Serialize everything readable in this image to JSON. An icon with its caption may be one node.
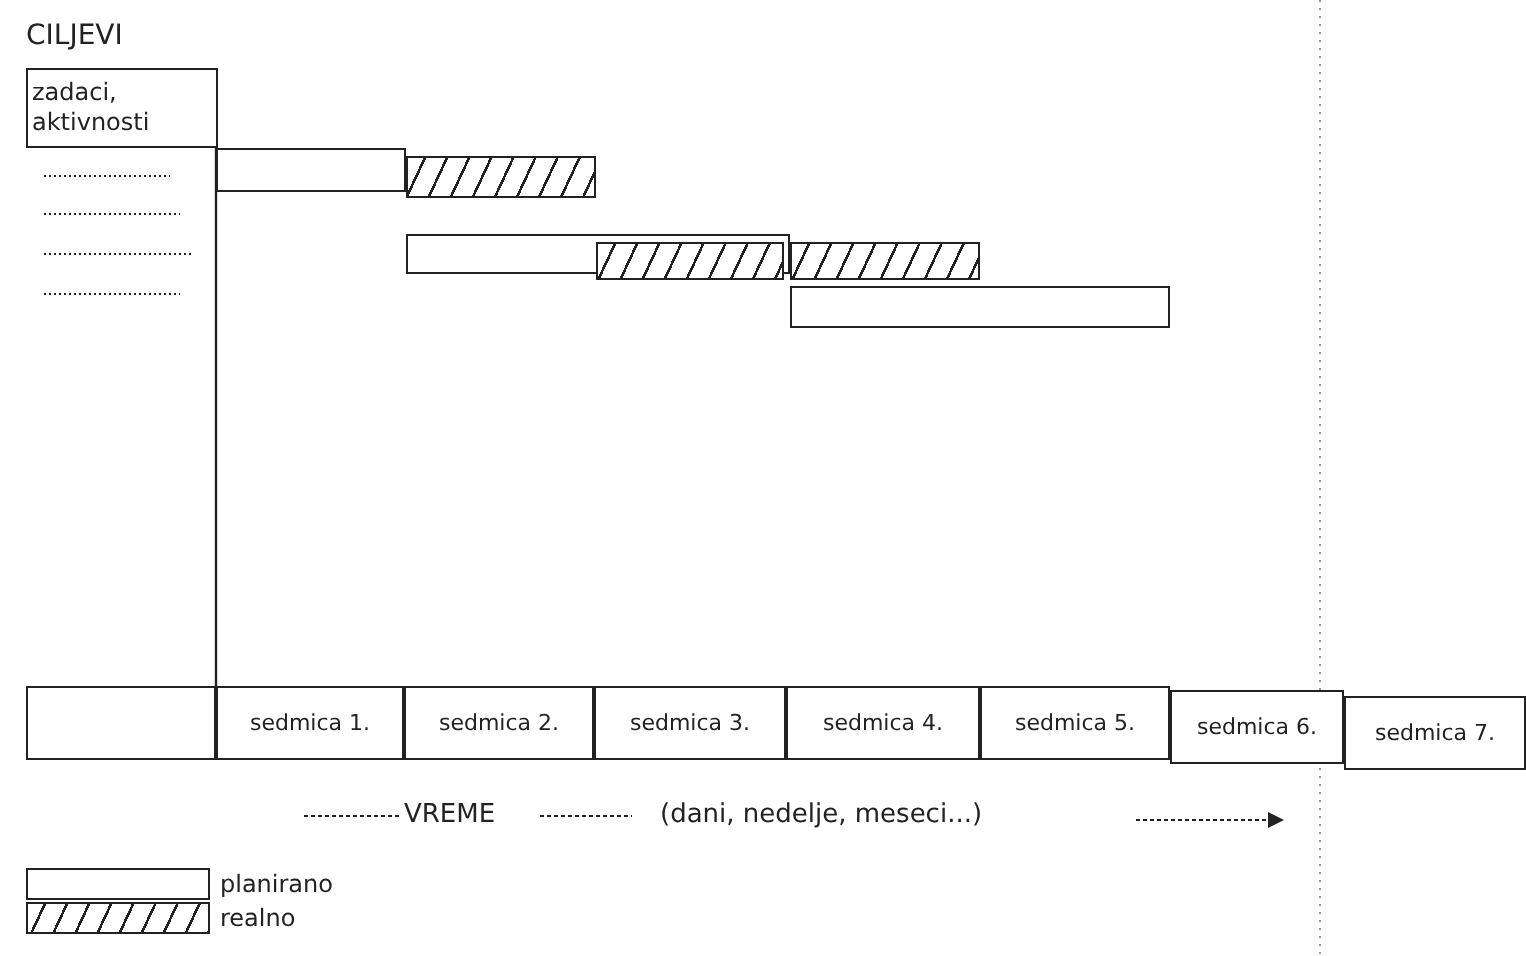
{
  "diagram": {
    "nodes": [
      {
        "text": [
          "zadaci, aktivnosti"
        ]
      },
      {
        "text": [],
        "shape": "box"
      },
      {
        "text": [
          "sedmica 1."
        ]
      },
      {
        "text": [
          "sedmica 2."
        ]
      },
      {
        "text": [
          "sedmica 3."
        ]
      },
      {
        "text": [
          "sedmica 4."
        ]
      },
      {
        "text": [
          "sedmica 5."
        ]
      },
      {
        "text": [
          "sedmica 6."
        ]
      },
      {
        "text": [
          "sedmica 7."
        ]
      },
      {
        "text": [],
        "shape": "bar"
      },
      {
        "text": [],
        "shape": "bar"
      },
      {
        "text": [],
        "shape": "bar"
      },
      {
        "text": [],
        "shape": "bar"
      },
      {
        "text": [],
        "shape": "bar"
      },
      {
        "text": [],
        "shape": "bar"
      }
    ],
    "edges": [],
    "labels": [
      "CILJEVI",
      "VREME",
      "(dani, nedelje, meseci...)"
    ],
    "legend": [
      {
        "text": "planirano"
      },
      {
        "text": "realno"
      }
    ]
  }
}
